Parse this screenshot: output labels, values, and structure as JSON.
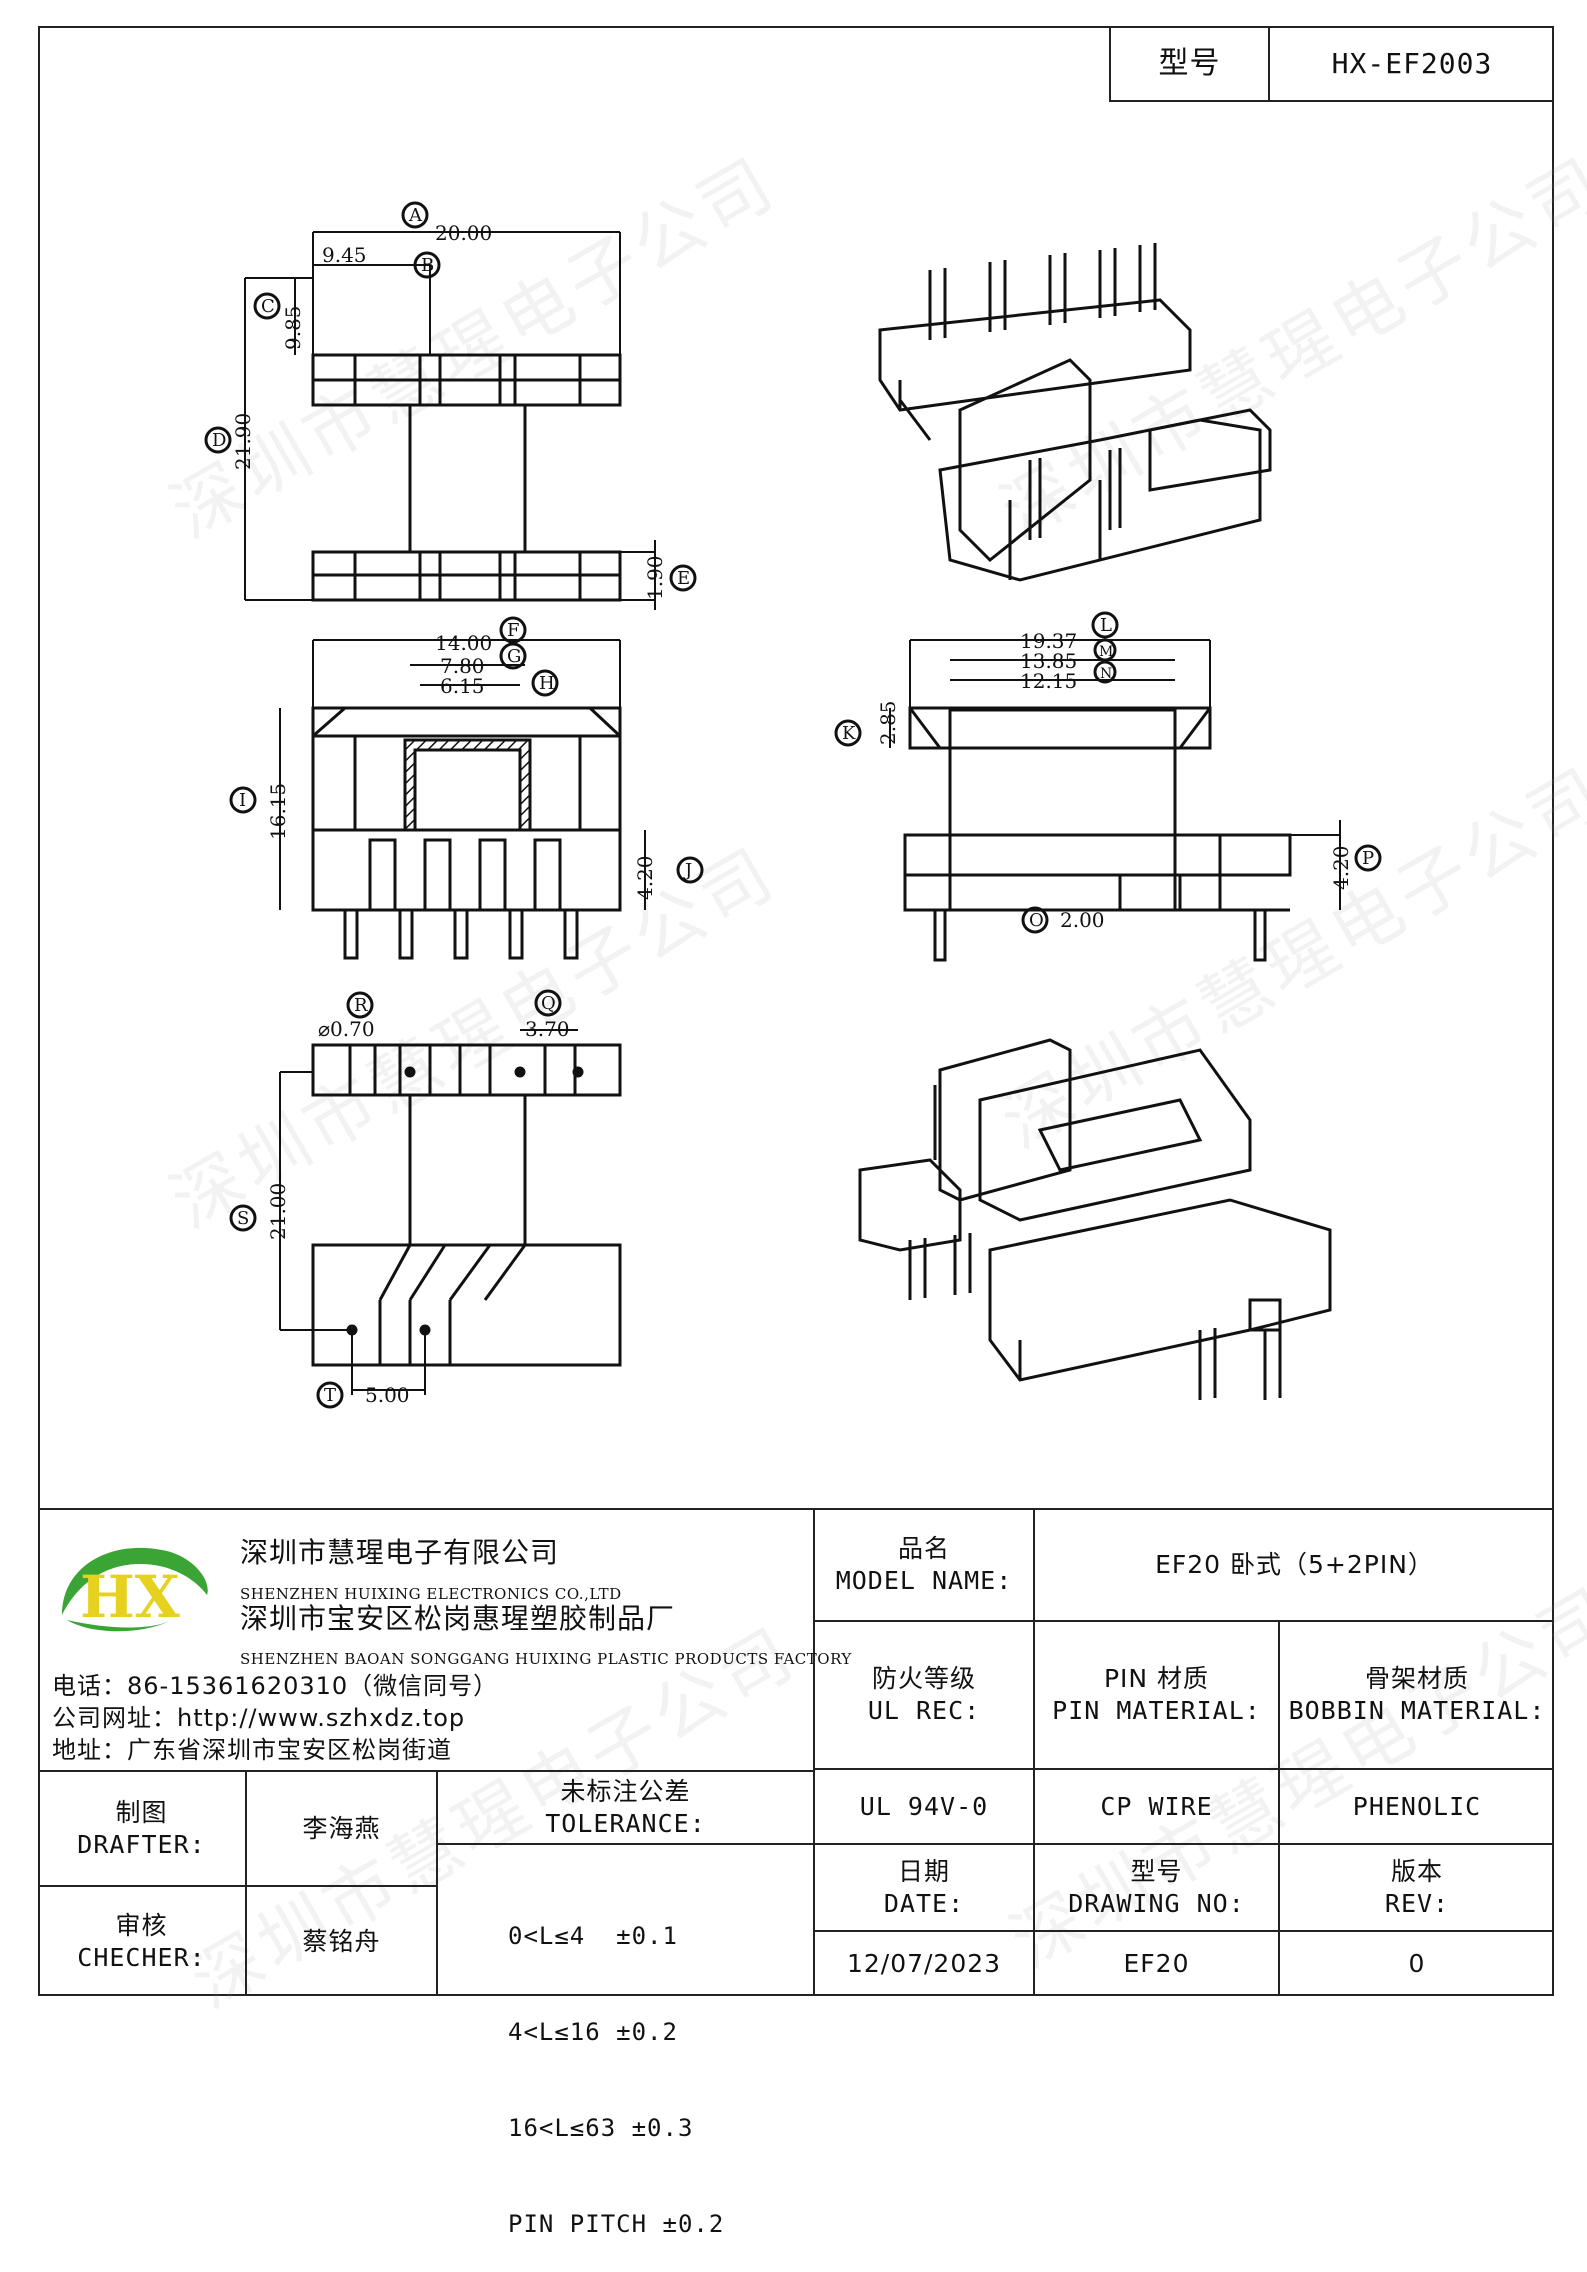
{
  "header": {
    "model_label": "型号",
    "model_value": "HX-EF2003"
  },
  "drawing": {
    "dims": {
      "a": "20.00",
      "b": "9.45",
      "c": "9.85",
      "d": "21.90",
      "e": "1.90",
      "f": "14.00",
      "g": "7.80",
      "h": "6.15",
      "i": "16.15",
      "j": "4.20",
      "k": "2.85",
      "l": "19.37",
      "m": "13.85",
      "n": "12.15",
      "o": "2.00",
      "p": "4.20",
      "r": "⌀0.70",
      "q": "3.70",
      "s": "21.00",
      "t": "5.00"
    },
    "letters": {
      "a": "A",
      "b": "B",
      "c": "C",
      "d": "D",
      "e": "E",
      "f": "F",
      "g": "G",
      "h": "H",
      "i": "I",
      "j": "J",
      "k": "K",
      "l": "L",
      "m": "M",
      "n": "N",
      "o": "O",
      "p": "P",
      "q": "Q",
      "r": "R",
      "s": "S",
      "t": "T"
    }
  },
  "watermark": "深圳市慧瑆电子公司",
  "company": {
    "name_cn": "深圳市慧瑆电子有限公司",
    "name_en": "SHENZHEN HUIXING ELECTRONICS CO.,LTD",
    "factory_cn": "深圳市宝安区松岗惠瑆塑胶制品厂",
    "factory_en": "SHENZHEN BAOAN SONGGANG HUIXING PLASTIC PRODUCTS FACTORY",
    "phone": "电话：86-15361620310（微信同号）",
    "website": "公司网址：http://www.szhxdz.top",
    "address": "地址：广东省深圳市宝安区松岗街道",
    "logo_text": "HX",
    "brand_green": "#3aa535",
    "brand_yellow": "#e6d21e"
  },
  "titleblock": {
    "product_name_cn": "品名",
    "product_name_en": "MODEL NAME:",
    "product_name_value": "EF20 卧式（5+2PIN）",
    "ul_cn": "防火等级",
    "ul_en": "UL REC:",
    "ul_value": "UL 94V-0",
    "pin_cn": "PIN 材质",
    "pin_en": "PIN MATERIAL:",
    "pin_value": "CP WIRE",
    "bobbin_cn": "骨架材质",
    "bobbin_en": "BOBBIN MATERIAL:",
    "bobbin_value": "PHENOLIC",
    "drafter_cn": "制图",
    "drafter_en": "DRAFTER:",
    "drafter_value": "李海燕",
    "checker_cn": "审核",
    "checker_en": "CHECHER:",
    "checker_value": "蔡铭舟",
    "tolerance_cn": "未标注公差",
    "tolerance_en": "TOLERANCE:",
    "tolerance_rows": [
      "0<L≤4  ±0.1",
      "4<L≤16 ±0.2",
      "16<L≤63 ±0.3",
      "PIN PITCH ±0.2"
    ],
    "date_cn": "日期",
    "date_en": "DATE:",
    "date_value": "12/07/2023",
    "drawing_no_cn": "型号",
    "drawing_no_en": "DRAWING NO:",
    "drawing_no_value": "EF20",
    "rev_cn": "版本",
    "rev_en": "REV:",
    "rev_value": "0"
  }
}
